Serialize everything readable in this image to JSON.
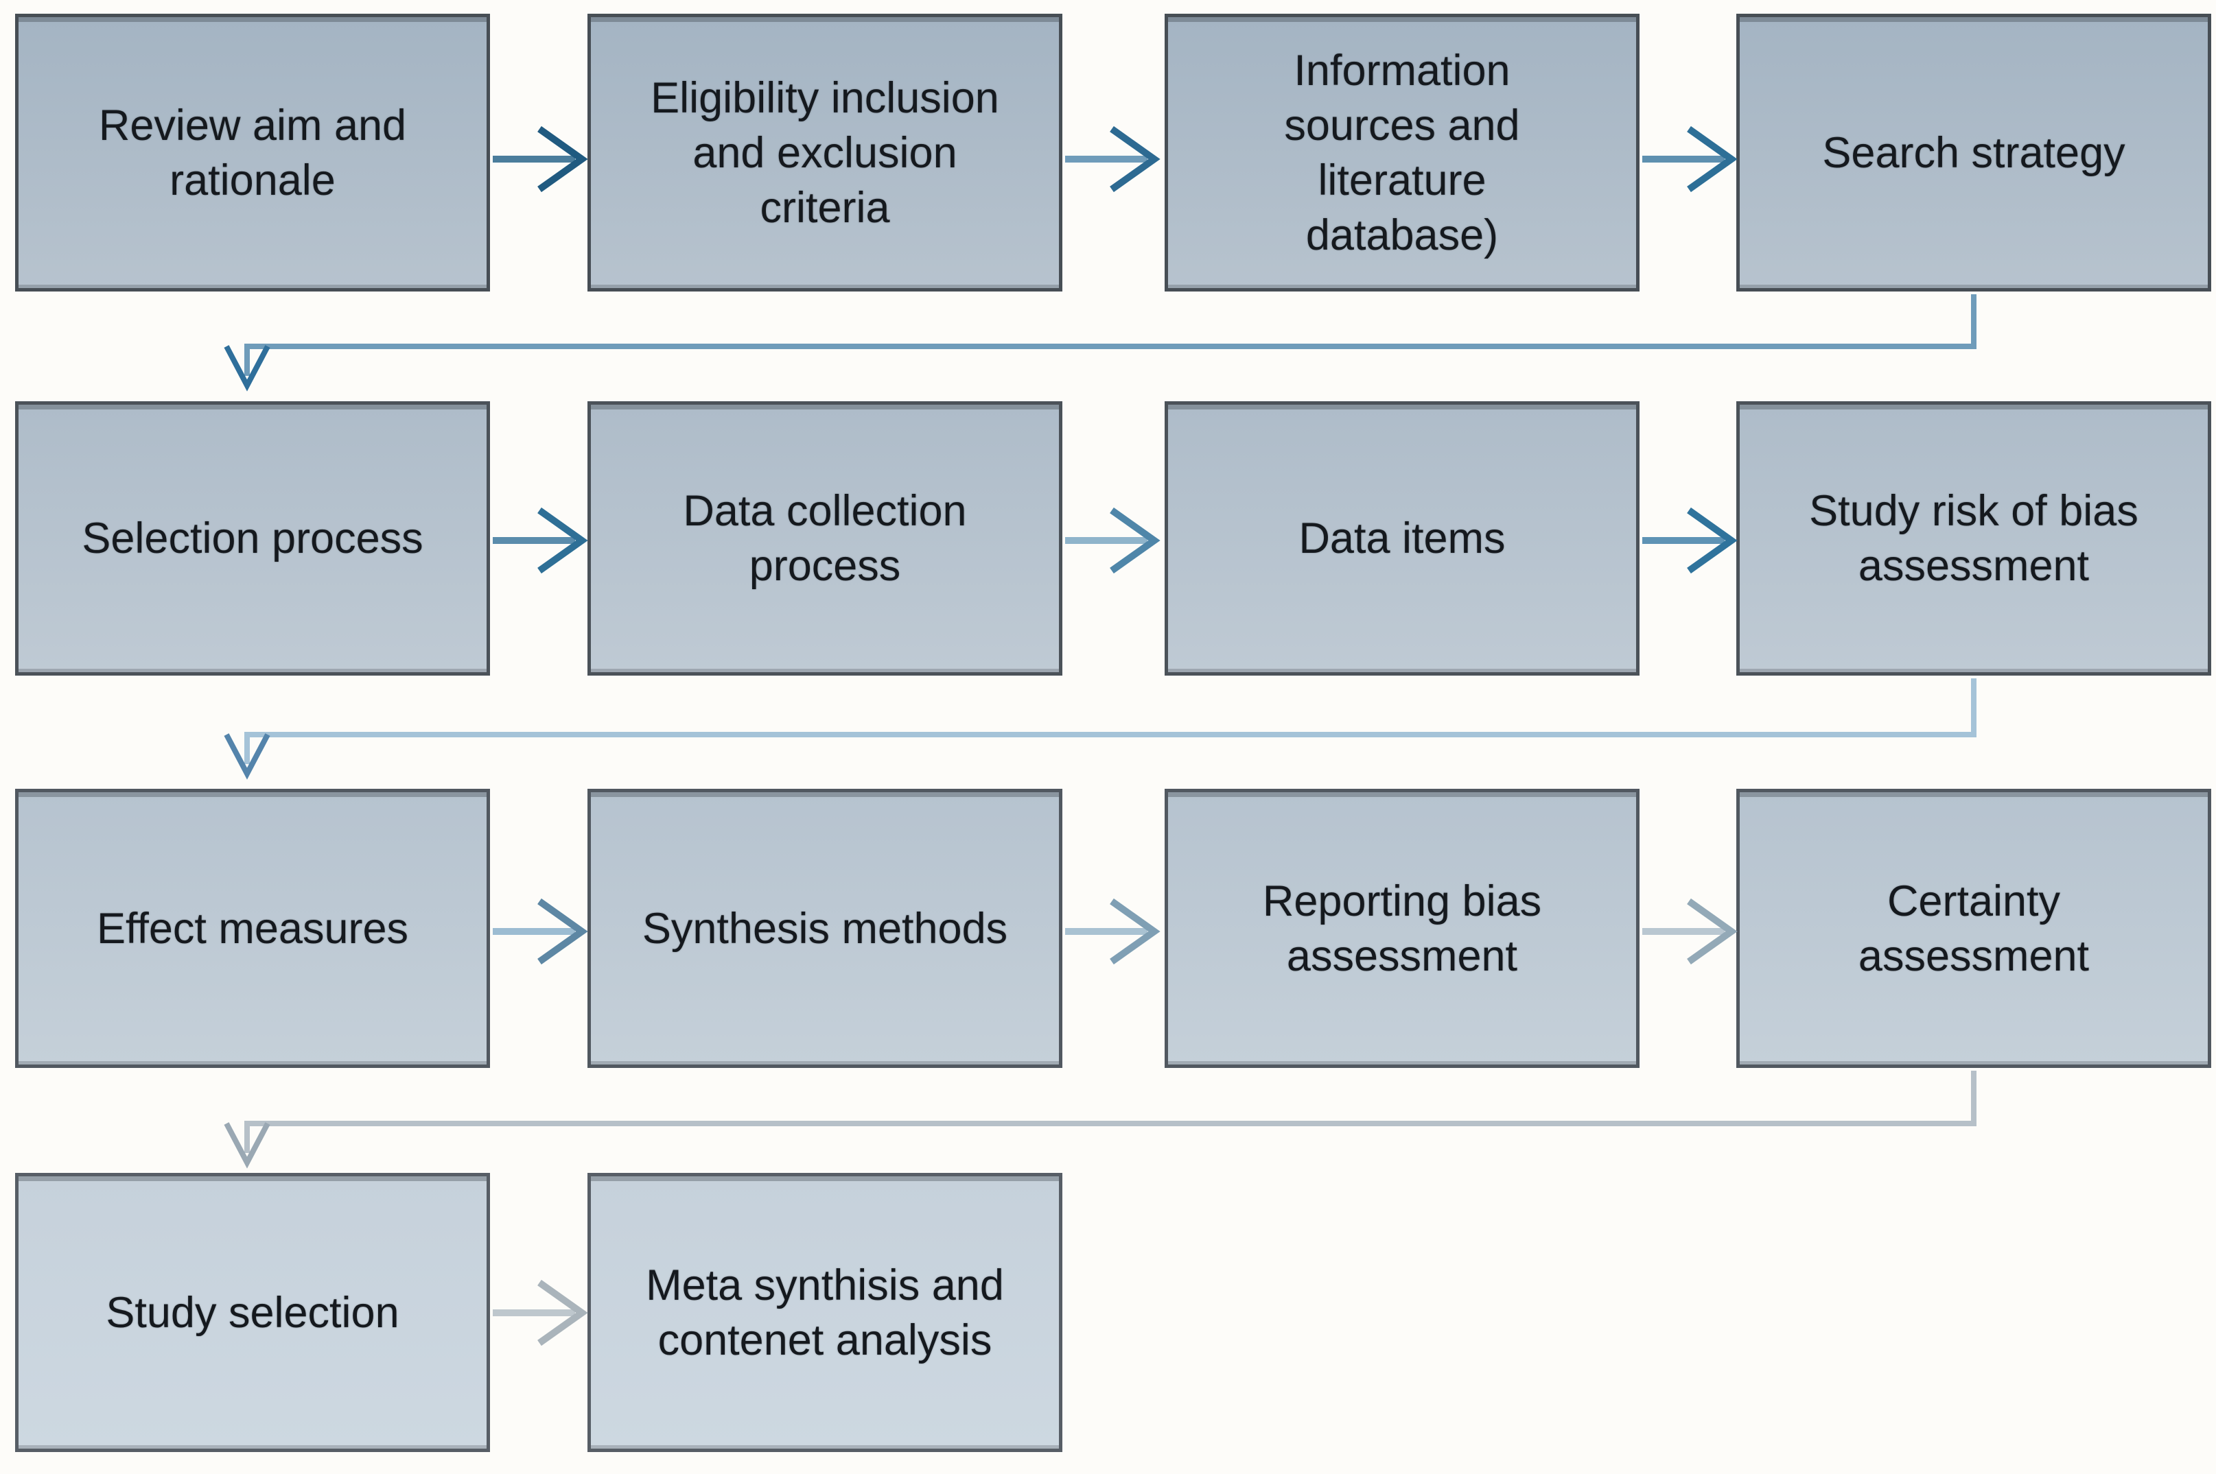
{
  "diagram": {
    "background_color": "#fdfcf9",
    "text_color": "#15191e",
    "rows": [
      {
        "box_fill_top": "#a4b4c3",
        "box_fill_bottom": "#b7c3ce",
        "box_border": "#474e55",
        "boxes": [
          {
            "label": "Review aim and\nrationale"
          },
          {
            "label": "Eligibility inclusion\nand exclusion\ncriteria"
          },
          {
            "label": "Information\nsources and\nliterature\ndatabase)"
          },
          {
            "label": "Search strategy"
          }
        ],
        "arrows": [
          {
            "line": "#4b7d9c",
            "head": "#205a80"
          },
          {
            "line": "#6f9cba",
            "head": "#2d6a92"
          },
          {
            "line": "#5e90b0",
            "head": "#2d6f97"
          }
        ]
      },
      {
        "box_fill_top": "#aebcc9",
        "box_fill_bottom": "#bfcad4",
        "box_border": "#4b5259",
        "boxes": [
          {
            "label": "Selection process"
          },
          {
            "label": "Data collection\nprocess"
          },
          {
            "label": "Data items"
          },
          {
            "label": "Study risk of bias\nassessment"
          }
        ],
        "arrows": [
          {
            "line": "#5a8cac",
            "head": "#2e6f96"
          },
          {
            "line": "#8fb4cb",
            "head": "#4f86a9"
          },
          {
            "line": "#5e93b5",
            "head": "#2f739c"
          }
        ]
      },
      {
        "box_fill_top": "#b6c3cf",
        "box_fill_bottom": "#c5d0d9",
        "box_border": "#515860",
        "boxes": [
          {
            "label": "Effect measures"
          },
          {
            "label": "Synthesis methods"
          },
          {
            "label": "Reporting bias\nassessment"
          },
          {
            "label": "Certainty\nassessment"
          }
        ],
        "arrows": [
          {
            "line": "#9cbcd2",
            "head": "#5d87a4"
          },
          {
            "line": "#a9c2d2",
            "head": "#7f9fb4"
          },
          {
            "line": "#b9c7d1",
            "head": "#93a9b7"
          }
        ]
      },
      {
        "box_fill_top": "#c6d1db",
        "box_fill_bottom": "#cdd8e1",
        "box_border": "#575e66",
        "boxes": [
          {
            "label": "Study selection"
          },
          {
            "label": "Meta synthisis and\ncontenet analysis"
          }
        ],
        "arrows": [
          {
            "line": "#bec7cd",
            "head": "#aab4bb"
          }
        ]
      }
    ],
    "connectors": [
      {
        "name": "search-strategy-to-selection-process",
        "line": "#6f9cba",
        "head": "#2f6f9b"
      },
      {
        "name": "study-risk-to-effect-measures",
        "line": "#a5c3d8",
        "head": "#5484ab"
      },
      {
        "name": "certainty-to-study-selection",
        "line": "#b6c0c8",
        "head": "#9aa8b3"
      }
    ]
  }
}
